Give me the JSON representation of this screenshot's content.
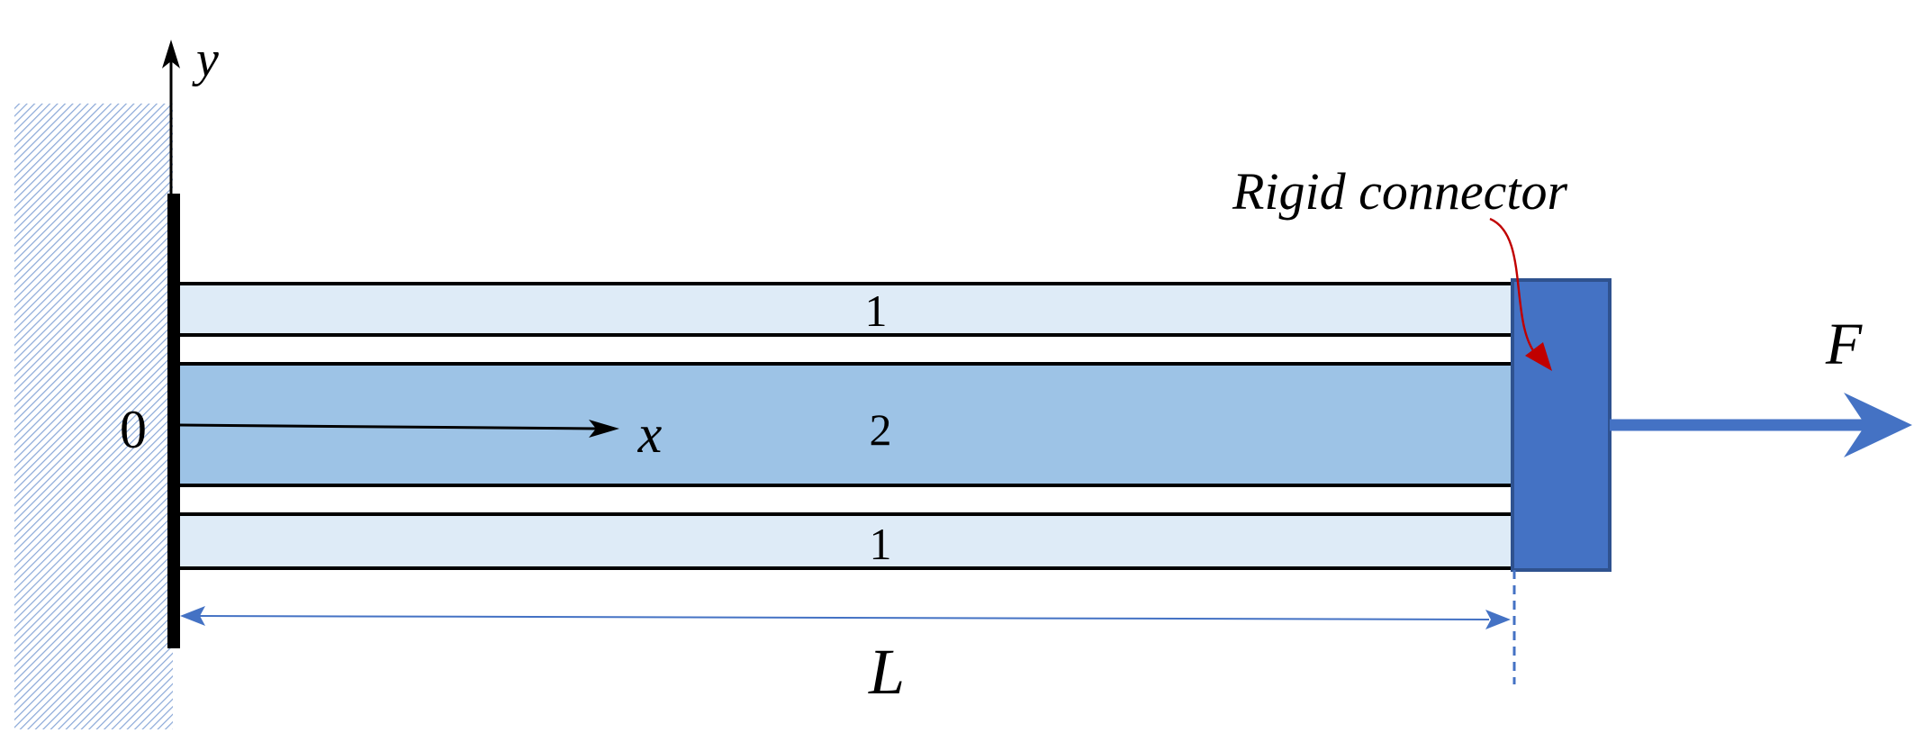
{
  "labels": {
    "y_axis": "y",
    "x_axis": "x",
    "origin": "0",
    "length": "L",
    "force": "F",
    "connector": "Rigid connector",
    "layer_top": "1",
    "layer_middle": "2",
    "layer_bottom": "1"
  },
  "colors": {
    "wall_hatch": "#7f9fd4",
    "layer_outer": "#deebf7",
    "layer_inner": "#9dc3e6",
    "connector": "#4472c4",
    "connector_border": "#2f528f",
    "force_arrow": "#4472c4",
    "dimension": "#4472c4",
    "callout": "#c00000"
  }
}
